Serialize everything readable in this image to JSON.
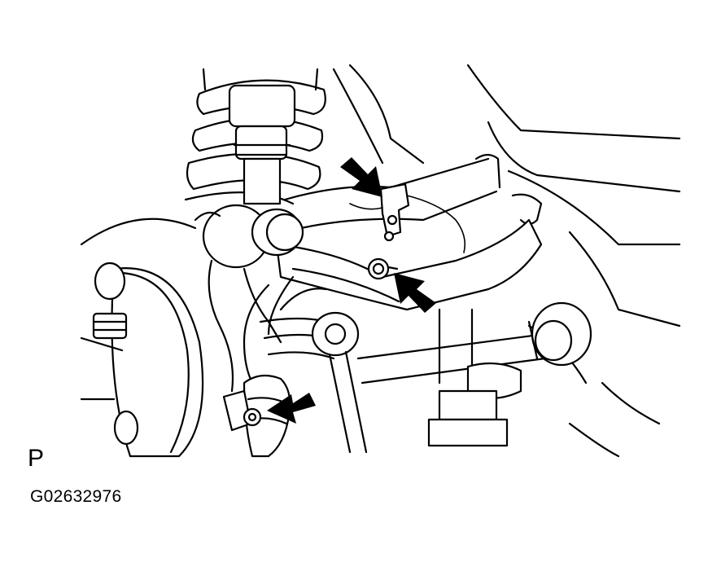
{
  "labels": {
    "view_letter": "P",
    "figure_code": "G02632976"
  },
  "diagram": {
    "arrow_count": 3,
    "line_color": "#000000",
    "background": "#ffffff"
  }
}
